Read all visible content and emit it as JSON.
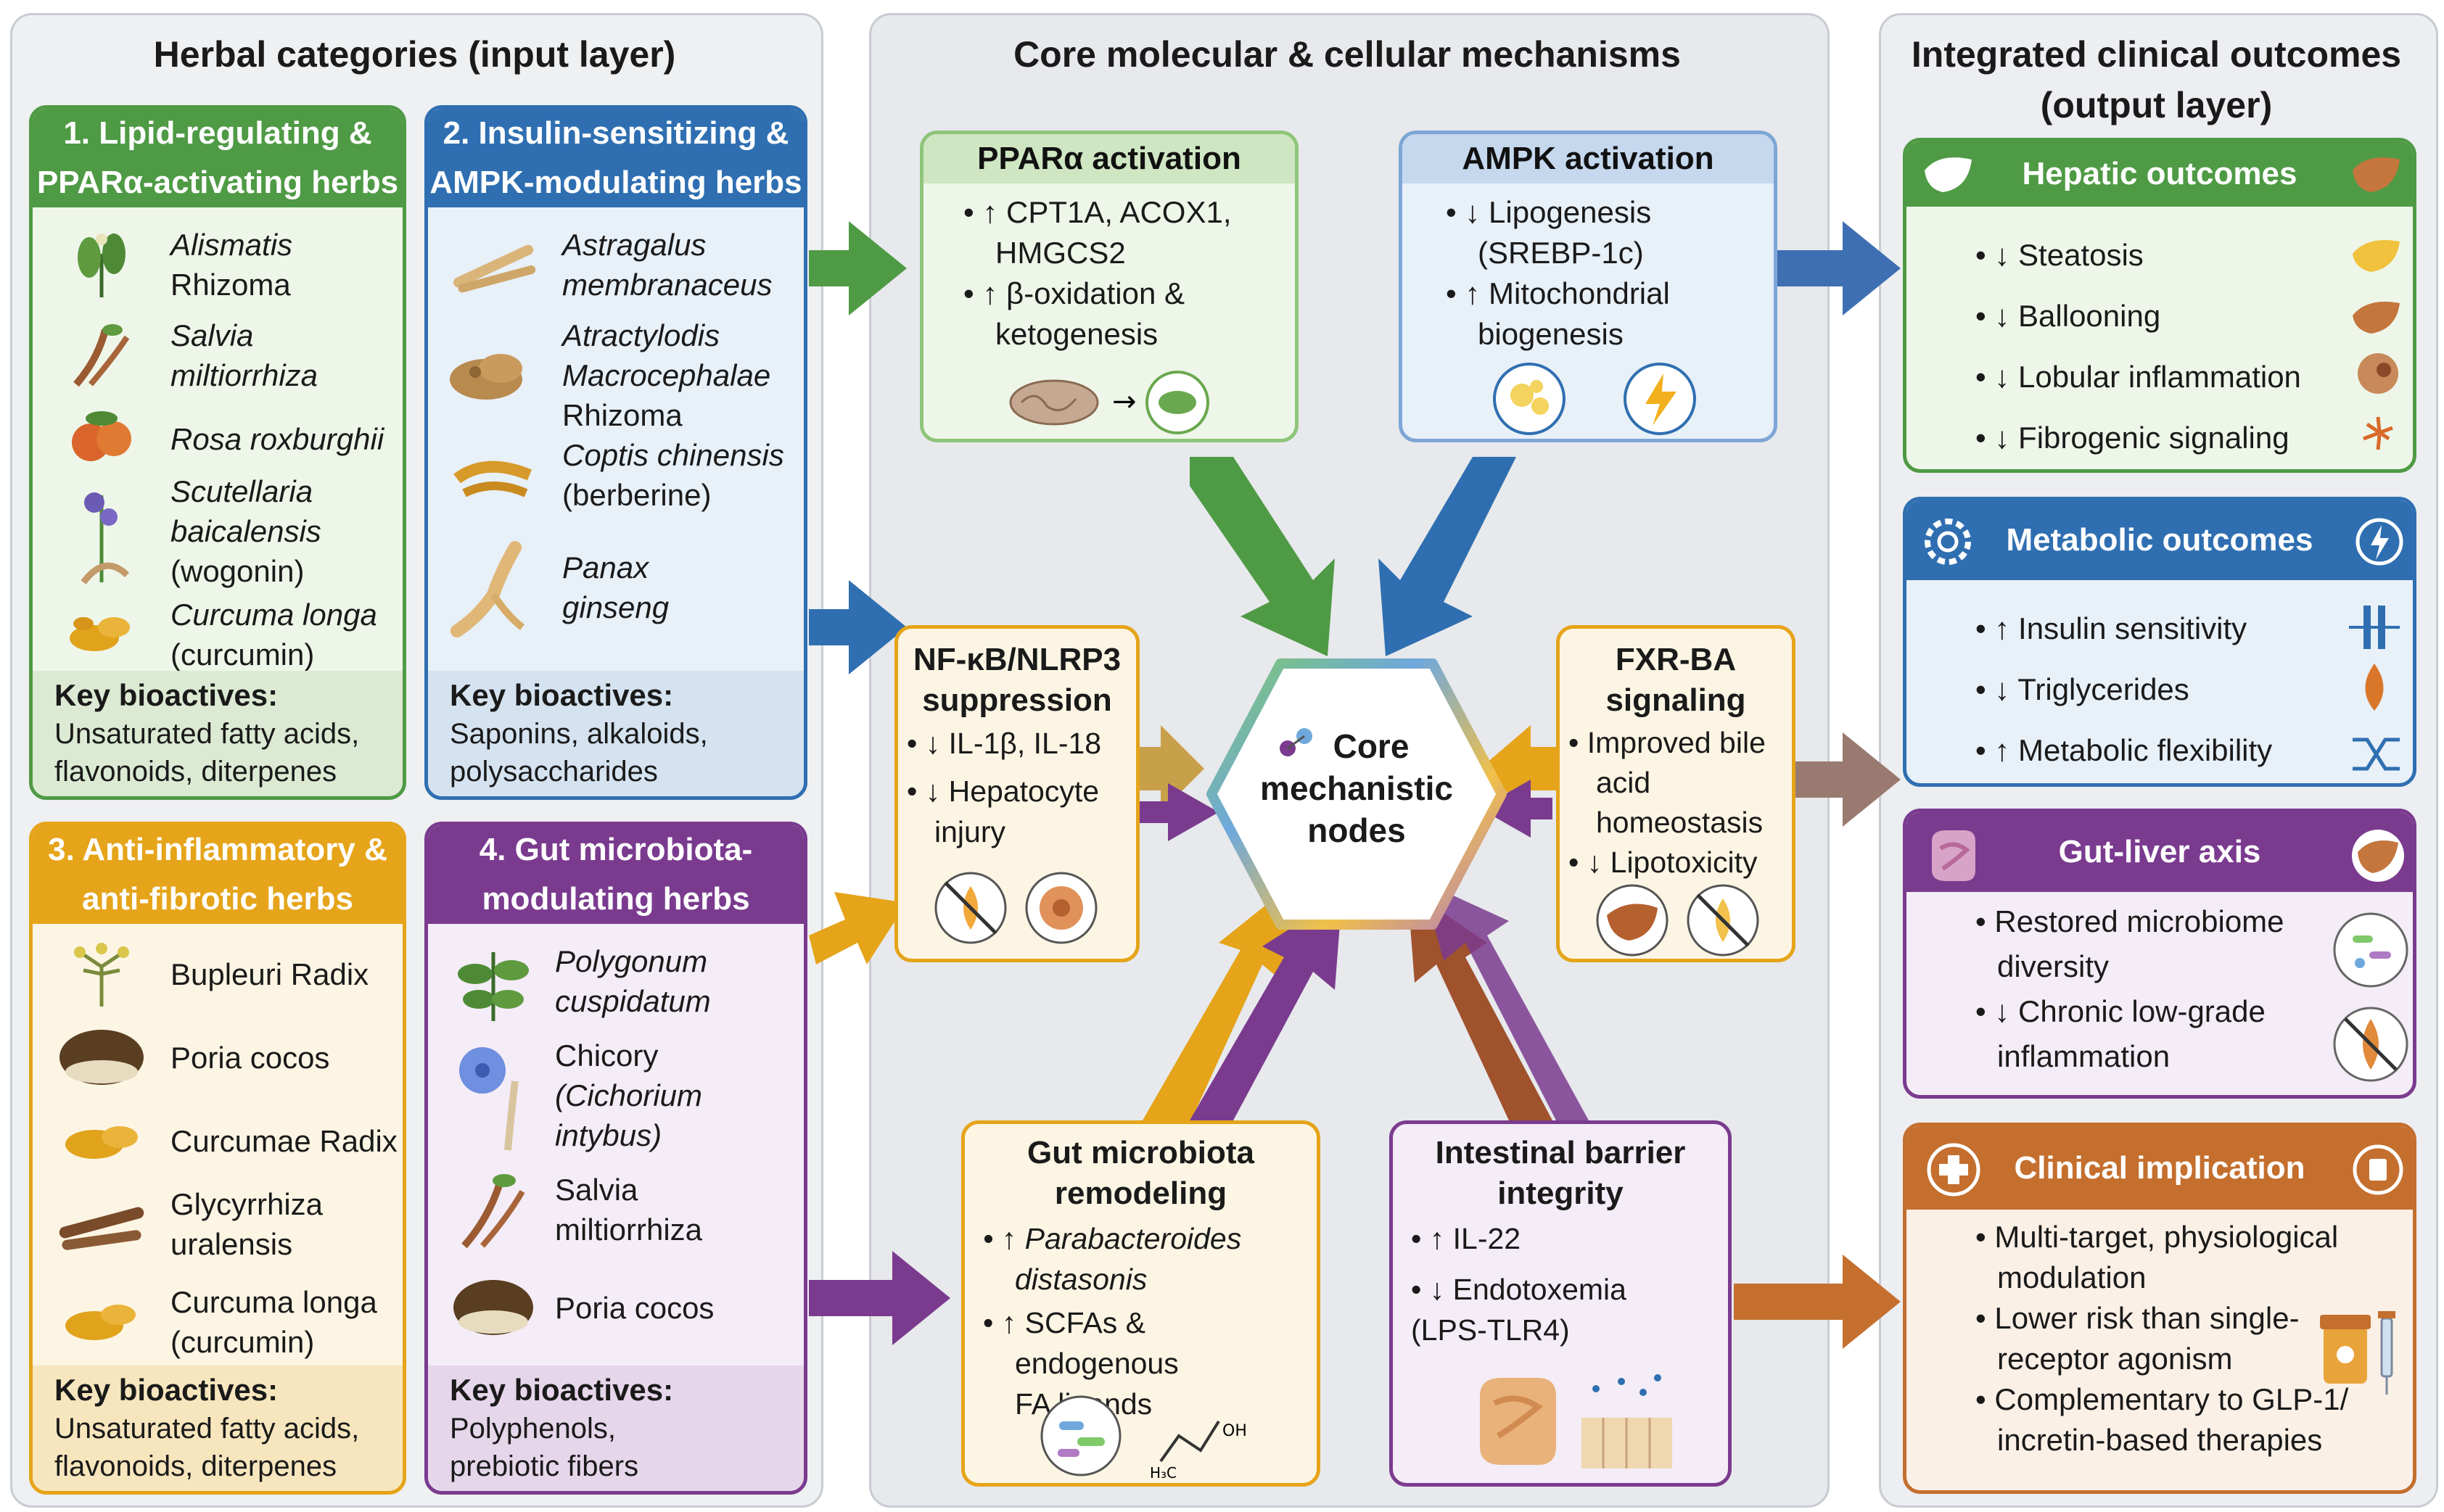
{
  "colors": {
    "green": "#4f9a45",
    "blue": "#2f6fb1",
    "orange": "#e5a419",
    "purple": "#7a3b8f",
    "brown": "#c46f2e",
    "panel": "#eceef1"
  },
  "columns": {
    "left_title": "Herbal categories (input layer)",
    "center_title": "Core molecular & cellular mechanisms",
    "right_title_1": "Integrated clinical outcomes",
    "right_title_2": "(output layer)"
  },
  "herbs": [
    {
      "title_1": "1. Lipid-regulating &",
      "title_2": "PPARα-activating herbs",
      "items": [
        {
          "icon": "alismatis-icon",
          "name_1": "Alismatis",
          "name_2": "Rhizoma"
        },
        {
          "icon": "salvia-root-icon",
          "name_1": "Salvia",
          "name_2": "miltiorrhiza"
        },
        {
          "icon": "rose-fruit-icon",
          "name_1": "Rosa roxburghii",
          "name_2": ""
        },
        {
          "icon": "scutellaria-icon",
          "name_1": "Scutellaria",
          "name_2": "baicalensis",
          "name_3": "(wogonin)"
        },
        {
          "icon": "turmeric-icon",
          "name_1": "Curcuma longa",
          "name_2": "(curcumin)"
        }
      ],
      "key_label": "Key bioactives:",
      "key_1": "Unsaturated fatty acids,",
      "key_2": "flavonoids, diterpenes"
    },
    {
      "title_1": "2. Insulin-sensitizing &",
      "title_2": "AMPK-modulating herbs",
      "items": [
        {
          "icon": "astragalus-icon",
          "name_1": "Astragalus",
          "name_2": "membranaceus"
        },
        {
          "icon": "atractylodes-icon",
          "name_1": "Atractylodis",
          "name_2": "Macrocephalae",
          "name_3": "Rhizoma"
        },
        {
          "icon": "coptis-icon",
          "name_1": "Coptis chinensis",
          "name_2": "(berberine)"
        },
        {
          "icon": "ginseng-icon",
          "name_1": "Panax",
          "name_2": "ginseng"
        }
      ],
      "key_label": "Key bioactives:",
      "key_1": "Saponins, alkaloids,",
      "key_2": "polysaccharides"
    },
    {
      "title_1": "3. Anti-inflammatory &",
      "title_2": "anti-fibrotic herbs",
      "items": [
        {
          "icon": "bupleurum-icon",
          "name_1": "Bupleuri Radix"
        },
        {
          "icon": "poria-icon",
          "name_1": "Poria cocos"
        },
        {
          "icon": "curcumae-icon",
          "name_1": "Curcumae Radix"
        },
        {
          "icon": "licorice-icon",
          "name_1": "Glycyrrhiza",
          "name_2": "uralensis"
        },
        {
          "icon": "turmeric-icon",
          "name_1": "Curcuma longa",
          "name_2": "(curcumin)"
        }
      ],
      "key_label": "Key bioactives:",
      "key_1": "Unsaturated fatty acids,",
      "key_2": "flavonoids, diterpenes"
    },
    {
      "title_1": "4. Gut microbiota-",
      "title_2": "modulating herbs",
      "items": [
        {
          "icon": "polygonum-icon",
          "name_1": "Polygonum",
          "name_2": "cuspidatum"
        },
        {
          "icon": "chicory-icon",
          "name_1": "Chicory",
          "name_2": "(Cichorium",
          "name_3": "intybus)"
        },
        {
          "icon": "salvia-root-icon",
          "name_1": "Salvia",
          "name_2": "miltiorrhiza"
        },
        {
          "icon": "poria-icon",
          "name_1": "Poria cocos"
        }
      ],
      "key_label": "Key bioactives:",
      "key_1": "Polyphenols,",
      "key_2": "prebiotic fibers"
    }
  ],
  "mechanisms": {
    "ppar": {
      "title": "PPARα activation",
      "b1a": "• ↑ CPT1A, ACOX1,",
      "b1b": "HMGCS2",
      "b2a": "• ↑ β-oxidation &",
      "b2b": "ketogenesis"
    },
    "ampk": {
      "title": "AMPK activation",
      "b1a": "• ↓ Lipogenesis",
      "b1b": "(SREBP-1c)",
      "b2a": "• ↑ Mitochondrial",
      "b2b": "biogenesis"
    },
    "nfkb": {
      "title_1": "NF-κB/NLRP3",
      "title_2": "suppression",
      "b1": "• ↓ IL-1β, IL-18",
      "b2a": "• ↓ Hepatocyte",
      "b2b": "injury"
    },
    "fxr": {
      "title_1": "FXR-BA",
      "title_2": "signaling",
      "b1a": "• Improved bile",
      "b1b": "acid",
      "b1c": "homeostasis",
      "b2": "• ↓ Lipotoxicity"
    },
    "gut": {
      "title_1": "Gut microbiota",
      "title_2": "remodeling",
      "b1a": "• ↑ Parabacteroides",
      "b1b": "distasonis",
      "b2a": "• ↑ SCFAs & endogenous",
      "b2b": "FA ligands"
    },
    "barrier": {
      "title_1": "Intestinal barrier",
      "title_2": "integrity",
      "b1": "• ↑ IL-22",
      "b2a": "• ↓ Endotoxemia",
      "b2b": "(LPS-TLR4)"
    },
    "core": {
      "line_1": "Core",
      "line_2": "mechanistic",
      "line_3": "nodes"
    }
  },
  "outcomes": {
    "hepatic": {
      "title": "Hepatic outcomes",
      "items": [
        "• ↓ Steatosis",
        "• ↓ Ballooning",
        "• ↓ Lobular inflammation",
        "• ↓ Fibrogenic signaling"
      ]
    },
    "metabolic": {
      "title": "Metabolic outcomes",
      "items": [
        "• ↑ Insulin sensitivity",
        "• ↓ Triglycerides",
        "• ↑ Metabolic flexibility"
      ]
    },
    "gutliver": {
      "title": "Gut-liver axis",
      "b1a": "• Restored microbiome",
      "b1b": "diversity",
      "b2a": "• ↓ Chronic low-grade",
      "b2b": "inflammation"
    },
    "clinical": {
      "title": "Clinical implication",
      "b1a": "• Multi-target, physiological",
      "b1b": "modulation",
      "b2a": "• Lower risk than single-",
      "b2b": "receptor agonism",
      "b3a": "• Complementary to GLP-1/",
      "b3b": "incretin-based therapies"
    }
  }
}
